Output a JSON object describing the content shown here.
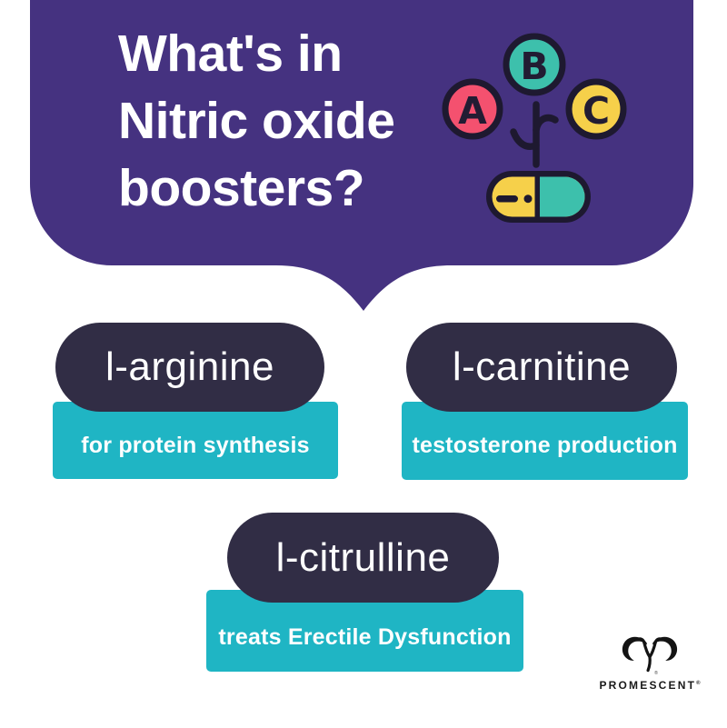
{
  "header": {
    "title": "What's in\nNitric oxide\nboosters?",
    "background_color": "#453280"
  },
  "illustration": {
    "name": "vitamins-and-pill",
    "outline_color": "#1e1930",
    "circles": [
      {
        "label": "A",
        "color": "#f4516f"
      },
      {
        "label": "B",
        "color": "#3dc0ac"
      },
      {
        "label": "C",
        "color": "#f6d04a"
      }
    ],
    "capsule": {
      "left_color": "#f6d04a",
      "right_color": "#3dc0ac"
    }
  },
  "cards": [
    {
      "name": "l-arginine",
      "description": "for protein synthesis"
    },
    {
      "name": "l-carnitine",
      "description": "testosterone production"
    },
    {
      "name": "l-citrulline",
      "description": "treats Erectile Dysfunction"
    }
  ],
  "colors": {
    "pill_background": "#312d45",
    "description_background": "#1fb5c4",
    "text": "#ffffff"
  },
  "brand": {
    "name": "PROMESCENT",
    "registered": "®"
  }
}
